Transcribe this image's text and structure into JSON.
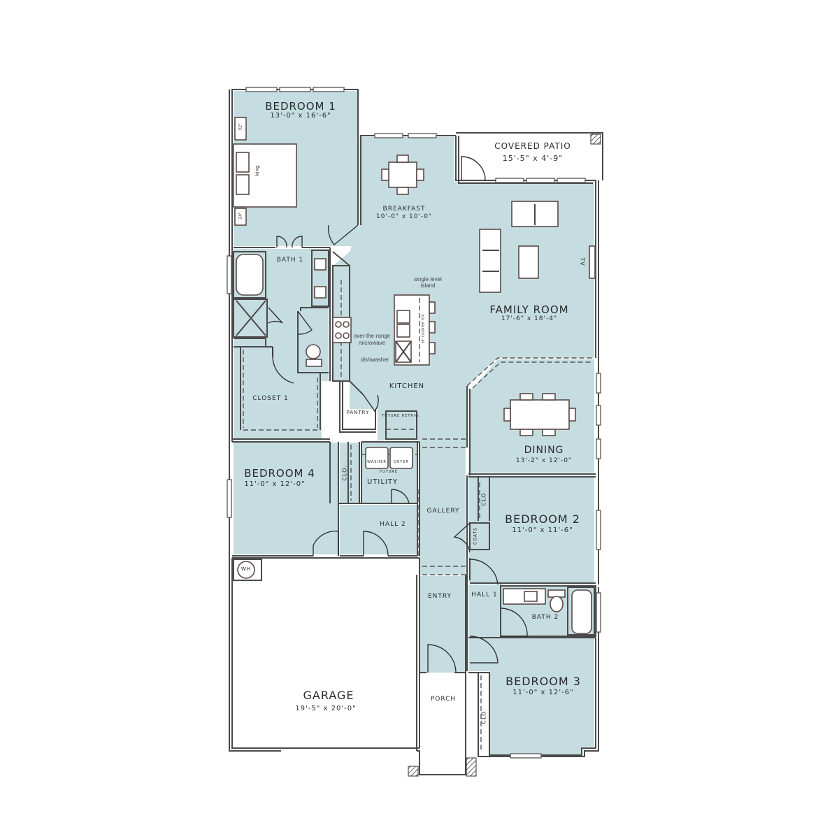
{
  "plan": {
    "colors": {
      "room_fill": "#c5dde1",
      "wall": "#4a4a4a",
      "background": "#ffffff",
      "furniture": "#ffffff"
    },
    "rooms": [
      {
        "id": "bedroom1",
        "name": "BEDROOM 1",
        "size": "13'-0\" x 16'-6\""
      },
      {
        "id": "covered_patio",
        "name": "COVERED PATIO",
        "size": "15'-5\" x 4'-9\""
      },
      {
        "id": "breakfast",
        "name": "BREAKFAST",
        "size": "10'-0\" x 10'-0\""
      },
      {
        "id": "family_room",
        "name": "FAMILY ROOM",
        "size": "17'-6\" x 18'-4\""
      },
      {
        "id": "bath1",
        "name": "BATH 1",
        "size": ""
      },
      {
        "id": "kitchen",
        "name": "KITCHEN",
        "size": ""
      },
      {
        "id": "closet1",
        "name": "CLOSET 1",
        "size": ""
      },
      {
        "id": "pantry",
        "name": "PANTRY",
        "size": ""
      },
      {
        "id": "dining",
        "name": "DINING",
        "size": "13'-2\" x 12'-0\""
      },
      {
        "id": "bedroom4",
        "name": "BEDROOM 4",
        "size": "11'-0\" x 12'-0\""
      },
      {
        "id": "utility",
        "name": "UTILITY",
        "size": ""
      },
      {
        "id": "hall2",
        "name": "HALL 2",
        "size": ""
      },
      {
        "id": "gallery",
        "name": "GALLERY",
        "size": ""
      },
      {
        "id": "bedroom2",
        "name": "BEDROOM 2",
        "size": "11'-0\" x 11'-6\""
      },
      {
        "id": "entry",
        "name": "ENTRY",
        "size": ""
      },
      {
        "id": "hall1",
        "name": "HALL 1",
        "size": ""
      },
      {
        "id": "bath2",
        "name": "BATH 2",
        "size": ""
      },
      {
        "id": "garage",
        "name": "GARAGE",
        "size": "19'-5\" x 20'-0\""
      },
      {
        "id": "porch",
        "name": "PORCH",
        "size": ""
      },
      {
        "id": "bedroom3",
        "name": "BEDROOM 3",
        "size": "11'-0\" x 12'-6\""
      }
    ],
    "small_labels": {
      "closet_bed4": "CLO.",
      "closet_bed2": "CLO.",
      "closet_bed3": "CLO.",
      "coats": "COATS",
      "washer": "WASHER",
      "dryer": "DRYER",
      "future": "FUTURE",
      "future_refrig": "FUTURE REFRIG.",
      "water_heater": "WH",
      "tv": "TV",
      "king_bed": "king",
      "nightstand_top": "32\"",
      "nightstand_bottom": "24\"",
      "counter_top": "36\" COUNTER TOP"
    },
    "annotations": {
      "island": "single level island",
      "island_line1": "single level",
      "island_line2": "island",
      "microwave_line1": "over-the-range",
      "microwave_line2": "microwave",
      "dishwasher": "dishwasher"
    }
  }
}
